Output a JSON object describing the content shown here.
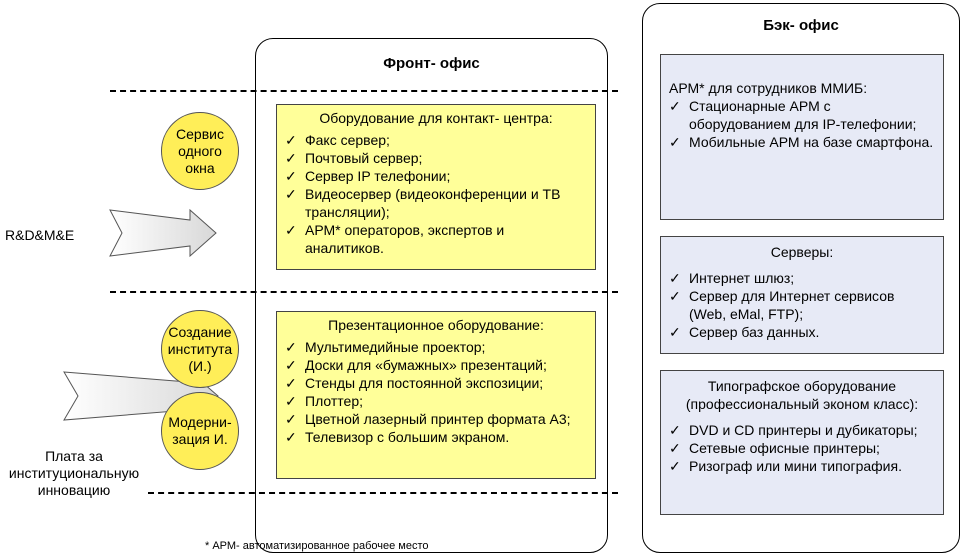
{
  "front_office": {
    "title": "Фронт- офис",
    "contact_center": {
      "header": "Оборудование для контакт- центра:",
      "items": [
        "Факс сервер;",
        "Почтовый сервер;",
        "Сервер IP телефонии;",
        "Видеосервер (видеоконференции и ТВ трансляции);",
        "АРМ* операторов, экспертов и аналитиков."
      ]
    },
    "presentation": {
      "header": "Презентационное оборудование:",
      "items": [
        "Мультимедийные проектор;",
        "Доски для «бумажных» презентаций;",
        "Стенды для постоянной экспозиции;",
        "Плоттер;",
        "Цветной лазерный принтер формата А3;",
        "Телевизор с большим экраном."
      ]
    }
  },
  "back_office": {
    "title": "Бэк- офис",
    "workstations": {
      "header": "АРМ* для сотрудников ММИБ:",
      "items": [
        "Стационарные АРМ  с оборудованием для IP-телефонии;",
        "Мобильные АРМ на базе смартфона."
      ]
    },
    "servers": {
      "header": "Серверы:",
      "items": [
        "Интернет шлюз;",
        "Сервер для Интернет сервисов (Web, eMal, FTP);",
        "Сервер баз данных."
      ]
    },
    "printing": {
      "header": "Типографское оборудование\n(профессиональный эконом класс):",
      "items": [
        "DVD и CD принтеры и дубикаторы;",
        "Сетевые офисные принтеры;",
        "Ризограф или мини типография."
      ]
    }
  },
  "circles": {
    "single_window": "Сервис\nодного\nокна",
    "institute": "Создание\nинститута\n(И.)",
    "modernization": "Модерни-\nзация И."
  },
  "left_labels": {
    "rdme": "R&D&M&E",
    "payment": "Плата за\nинституциональную\nинновацию"
  },
  "footnote": "* АРМ- автоматизированное рабочее место",
  "check_mark": "✓",
  "colors": {
    "yellow_box": "#ffff99",
    "circle_fill": "#ffee58",
    "blue_box": "#e7eaf6"
  }
}
